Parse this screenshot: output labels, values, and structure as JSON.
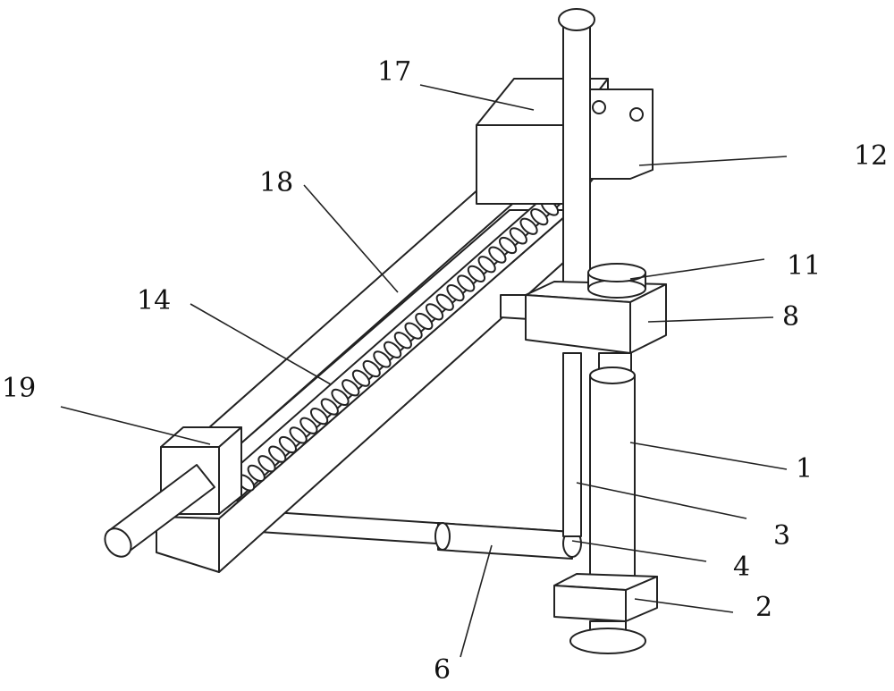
{
  "labels": [
    {
      "id": "17",
      "text": "17"
    },
    {
      "id": "12",
      "text": "12"
    },
    {
      "id": "18",
      "text": "18"
    },
    {
      "id": "11",
      "text": "11"
    },
    {
      "id": "14",
      "text": "14"
    },
    {
      "id": "8",
      "text": "8"
    },
    {
      "id": "19",
      "text": "19"
    },
    {
      "id": "1",
      "text": "1"
    },
    {
      "id": "3",
      "text": "3"
    },
    {
      "id": "4",
      "text": "4"
    },
    {
      "id": "2",
      "text": "2"
    },
    {
      "id": "6",
      "text": "6"
    }
  ]
}
